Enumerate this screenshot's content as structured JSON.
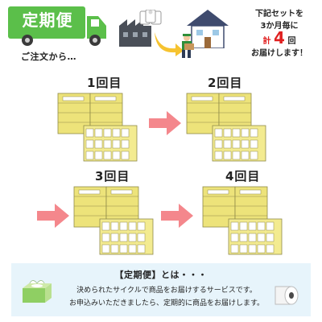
{
  "header": {
    "badge": "定期便",
    "subtitle": "ご注文から…",
    "info_line1": "下記セットを",
    "info_line2": "3か月毎に",
    "info_total_prefix": "計",
    "info_total_number": "4",
    "info_total_suffix": "回",
    "info_line4": "お届けします！"
  },
  "shipments": [
    {
      "label": "1回目"
    },
    {
      "label": "2回目"
    },
    {
      "label": "3回目"
    },
    {
      "label": "4回目"
    }
  ],
  "info_box": {
    "title": "【定期便】とは・・・",
    "line1": "決められたサイクルで商品をお届けするサービスです。",
    "line2": "お申込みいただきましたら、定期的に商品をお届けします。"
  },
  "colors": {
    "truck_green": "#5bbf4a",
    "accent_red": "#e02020",
    "arrow_pink": "#f4878c",
    "arrow_yellow": "#f6c330",
    "package_yellow": "#ede37a",
    "info_bg": "#e7f4fb"
  },
  "icons": [
    "truck-icon",
    "factory-icon",
    "house-icon",
    "courier-icon",
    "tissue-box-icon",
    "toilet-roll-icon"
  ]
}
